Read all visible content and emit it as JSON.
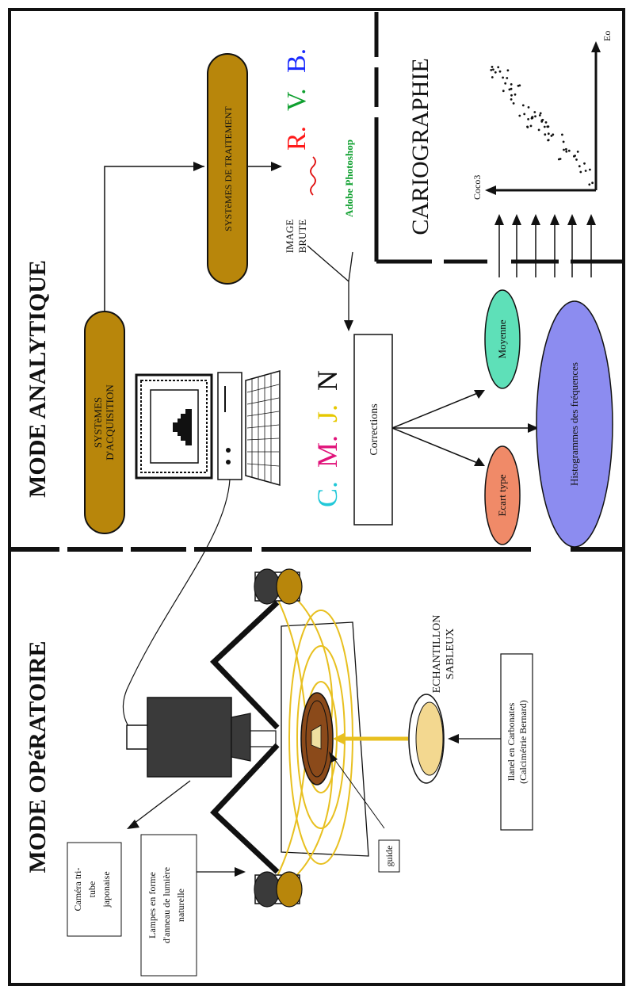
{
  "sections": {
    "analytique": "MODE ANALYTIQUE",
    "operatoire": "MODE OPéRATOIRE",
    "cariographie": "CARIOGRAPHIE"
  },
  "boxes": {
    "acquisition_line1": "SYSTèMES",
    "acquisition_line2": "D'ACQUISITION",
    "traitement": "SYSTèMES DE TRAITEMENT",
    "corrections": "Corrections",
    "ecart_type": "Ecart type",
    "moyenne": "Moyenne",
    "histogrammes": "Histogrammes des fréquences"
  },
  "labels": {
    "image_brute_line1": "IMAGE",
    "image_brute_line2": "BRUTE",
    "adobe": "Adobe Photoshop",
    "cmjn": {
      "c": "C.",
      "m": "M.",
      "j": "J.",
      "n": "N"
    },
    "rvb": {
      "r": "R.",
      "v": "V.",
      "b": "B."
    },
    "axis_x": "Coco3",
    "axis_y": "Eo",
    "camera_line1": "Caméra tri-",
    "camera_line2": "tube",
    "camera_line3": "japonaise",
    "lamp_line1": "Lampes en forme",
    "lamp_line2": "d'anneau de lumière",
    "lamp_line3": "naturelle",
    "guide": "guide",
    "echantillon_line1": "ECHANTILLON",
    "echantillon_line2": "SABLEUX",
    "sand_line1": "Ilanel en Carbonates",
    "sand_line2": "(Calcimétrie Bernard)"
  },
  "colors": {
    "ochre": "#b8860b",
    "dark": "#111111",
    "cyan": "#22c8d8",
    "magenta": "#e0137a",
    "yellow_j": "#e6c800",
    "red": "#ff1a1a",
    "green": "#10a030",
    "blue": "#1a2bff",
    "salmon": "#f08a68",
    "mint": "#5ee0b8",
    "lavender": "#8c8cf0",
    "gold": "#e8c020",
    "brown": "#8b4a1a"
  }
}
